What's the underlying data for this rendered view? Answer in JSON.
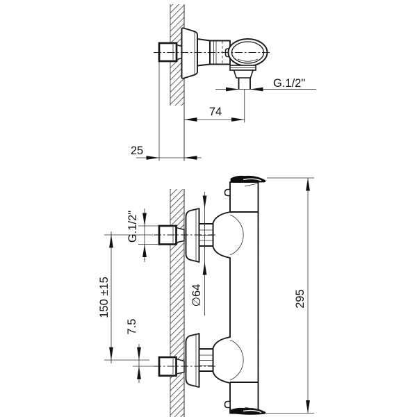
{
  "page": {
    "background": "#ffffff",
    "line_color": "#1a1a1a"
  },
  "drawing": {
    "side_view": {
      "labels": {
        "outlet_thread": "G.1/2\"",
        "wall_to_outlet_axis": "74",
        "wall_clearance": "25"
      }
    },
    "front_view": {
      "labels": {
        "inlet_thread": "G.1/2\"",
        "connection_spacing": "150 ±15",
        "eccentric_offset": "7.5",
        "flange_diameter": "∅64",
        "overall_height": "295"
      }
    }
  }
}
